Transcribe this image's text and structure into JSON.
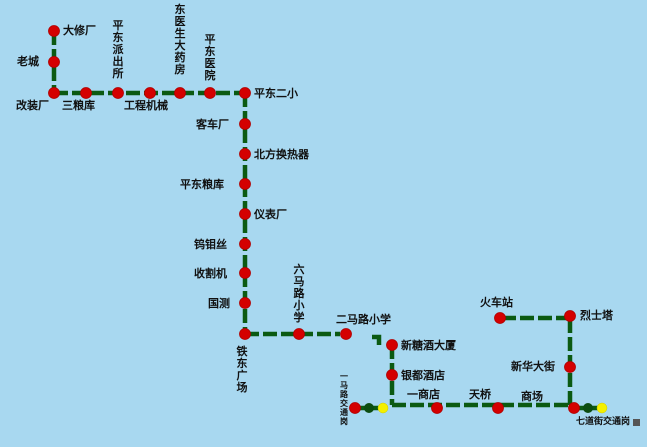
{
  "map": {
    "colors": {
      "background": "#a8d8f0",
      "route": "#0b5a12",
      "stop": "#d40000",
      "transfer_green": "#0b4d10",
      "transfer_yellow": "#f4f000"
    },
    "stops": {
      "daxiuchang": "大修厂",
      "laocheng": "老城",
      "gaizhuangchang": "改装厂",
      "sanliangku": "三粮库",
      "pingdongpaichusuo": "平东派出所",
      "gongchengjixie": "工程机械",
      "dongyishengdayaofang": "东医生大药房",
      "pingdongyiyuan": "平东医院",
      "pingdongerxiao": "平东二小",
      "kecheчang": "客车厂",
      "beifanghuanreqi": "北方换热器",
      "pingdongliangku": "平东粮库",
      "yibiaochang": "仪表厂",
      "wumusi": "钨钼丝",
      "shougeji": "收割机",
      "guoce": "国测",
      "tiedongguangchang": "铁东广场",
      "liumaluxiaoxue": "六马路小学",
      "ermaluxiaoxue": "二马路小学",
      "xintangjiudasha": "新糖酒大厦",
      "yindujiudian": "银都酒店",
      "yimajiaotong": "一马路交通岗",
      "yishangdian": "一商店",
      "tianqiao": "天桥",
      "shangchang": "商场",
      "qidaojiejiaotong": "七道街交通岗",
      "xinhuadajie": "新华大街",
      "lieshita": "烈士塔",
      "huochezhan": "火车站"
    }
  }
}
